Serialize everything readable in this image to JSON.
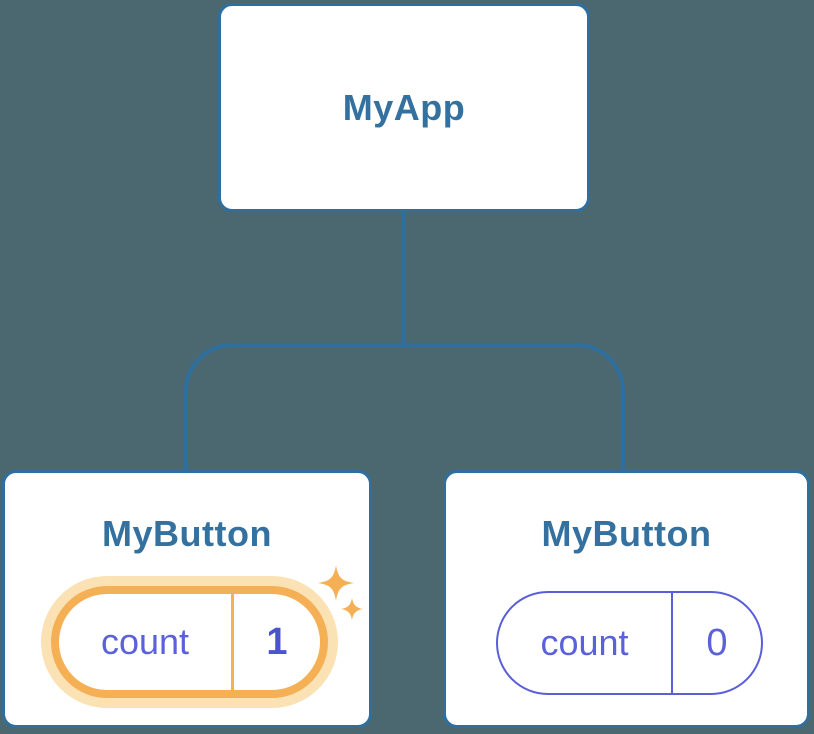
{
  "colors": {
    "bg": "#4b6871",
    "node_border": "#2e6f9f",
    "title": "#34719f",
    "state": "#5b62d9",
    "state_bold": "#4c53cf",
    "pill_border": "#5a5ed8",
    "orange": "#f5b055",
    "glow": "#fbe2b5"
  },
  "tree": {
    "root": {
      "title": "MyApp"
    },
    "children": [
      {
        "title": "MyButton",
        "state": {
          "key": "count",
          "value": "1"
        },
        "highlighted": true,
        "badge_icon": "sparkles-icon"
      },
      {
        "title": "MyButton",
        "state": {
          "key": "count",
          "value": "0"
        },
        "highlighted": false
      }
    ]
  }
}
